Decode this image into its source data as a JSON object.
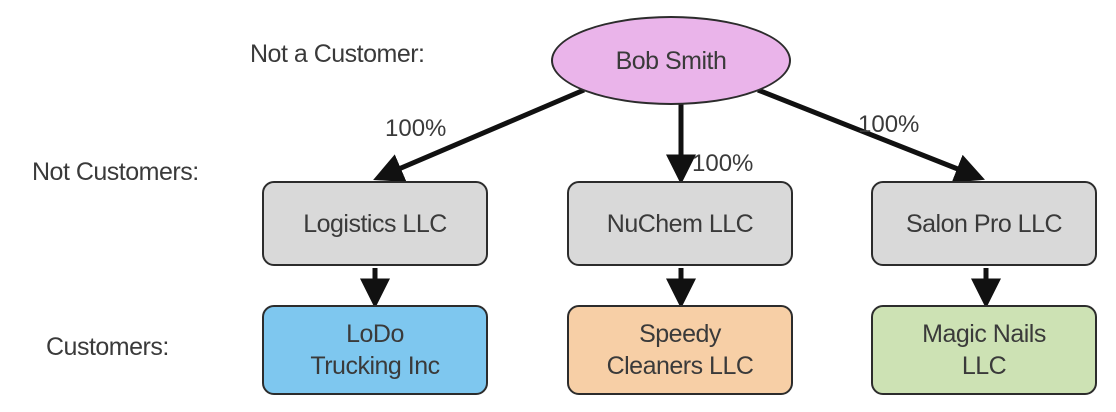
{
  "row_labels": {
    "top": "Not a Customer:",
    "middle": "Not Customers:",
    "bottom": "Customers:"
  },
  "nodes": {
    "bob_smith": "Bob Smith",
    "logistics": "Logistics LLC",
    "nuchem": "NuChem LLC",
    "salon_pro": "Salon Pro LLC",
    "lodo": "LoDo  Trucking Inc",
    "speedy": "Speedy Cleaners LLC",
    "magic_nails": "Magic Nails LLC"
  },
  "ownership": {
    "left": "100%",
    "center": "100%",
    "right": "100%"
  },
  "colors": {
    "person_fill": "#eab4ea",
    "company_fill": "#d9d9d9",
    "lodo_fill": "#7ec7ef",
    "speedy_fill": "#f7cfa6",
    "magic_fill": "#cde2b4",
    "line": "#111111"
  }
}
